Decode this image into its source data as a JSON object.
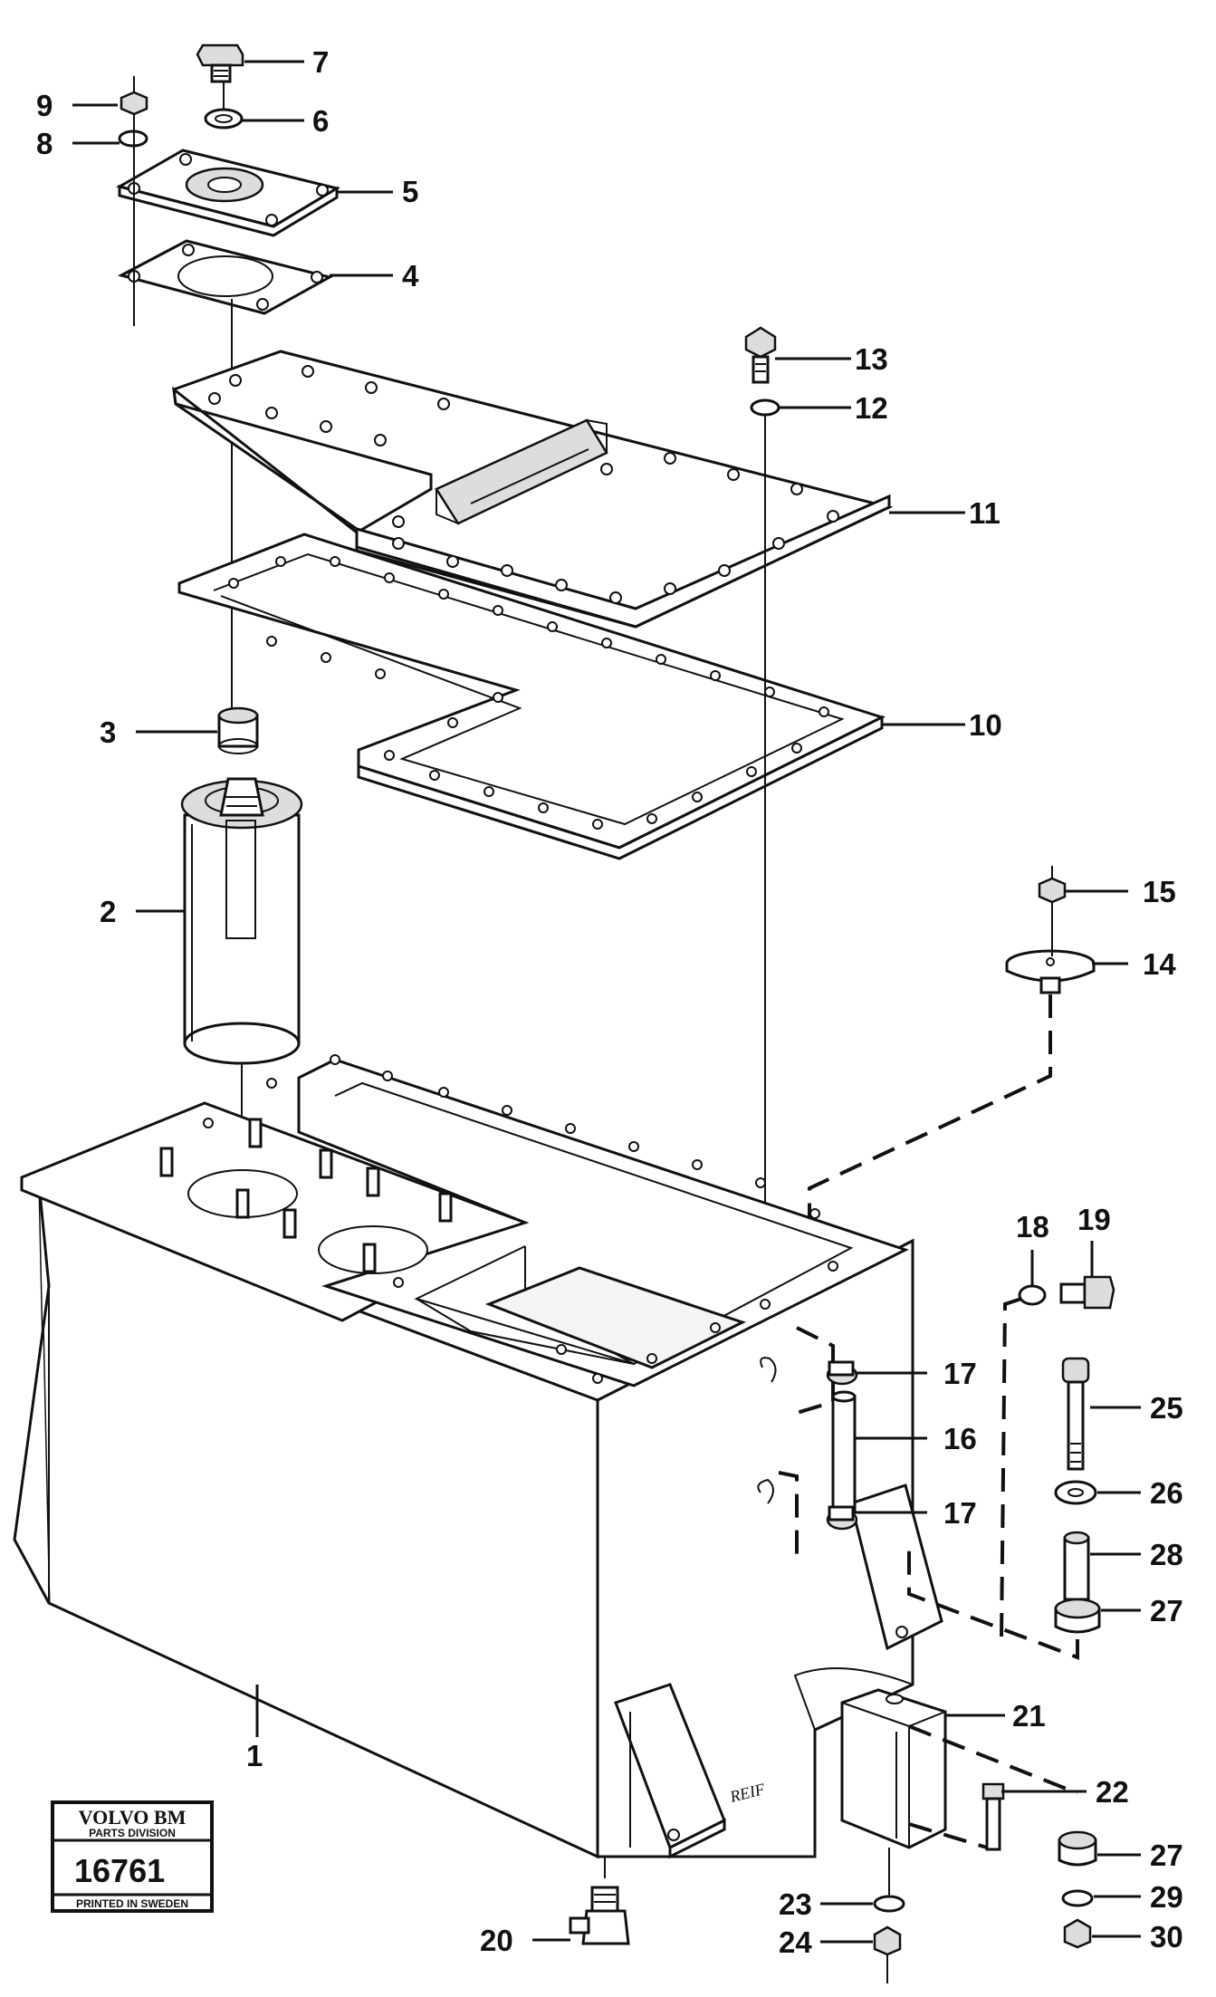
{
  "labels": {
    "l1": "1",
    "l2": "2",
    "l3": "3",
    "l4": "4",
    "l5": "5",
    "l6": "6",
    "l7": "7",
    "l8": "8",
    "l9": "9",
    "l10": "10",
    "l11": "11",
    "l12": "12",
    "l13": "13",
    "l14": "14",
    "l15": "15",
    "l16": "16",
    "l17a": "17",
    "l17b": "17",
    "l18": "18",
    "l19": "19",
    "l20": "20",
    "l21": "21",
    "l22": "22",
    "l23": "23",
    "l24": "24",
    "l25": "25",
    "l26": "26",
    "l27a": "27",
    "l27b": "27",
    "l28": "28",
    "l29": "29",
    "l30": "30"
  },
  "stamp": {
    "brand": "VOLVO BM",
    "division": "PARTS DIVISION",
    "number": "16761",
    "printed": "PRINTED IN SWEDEN"
  },
  "artist_mark": "REIF"
}
